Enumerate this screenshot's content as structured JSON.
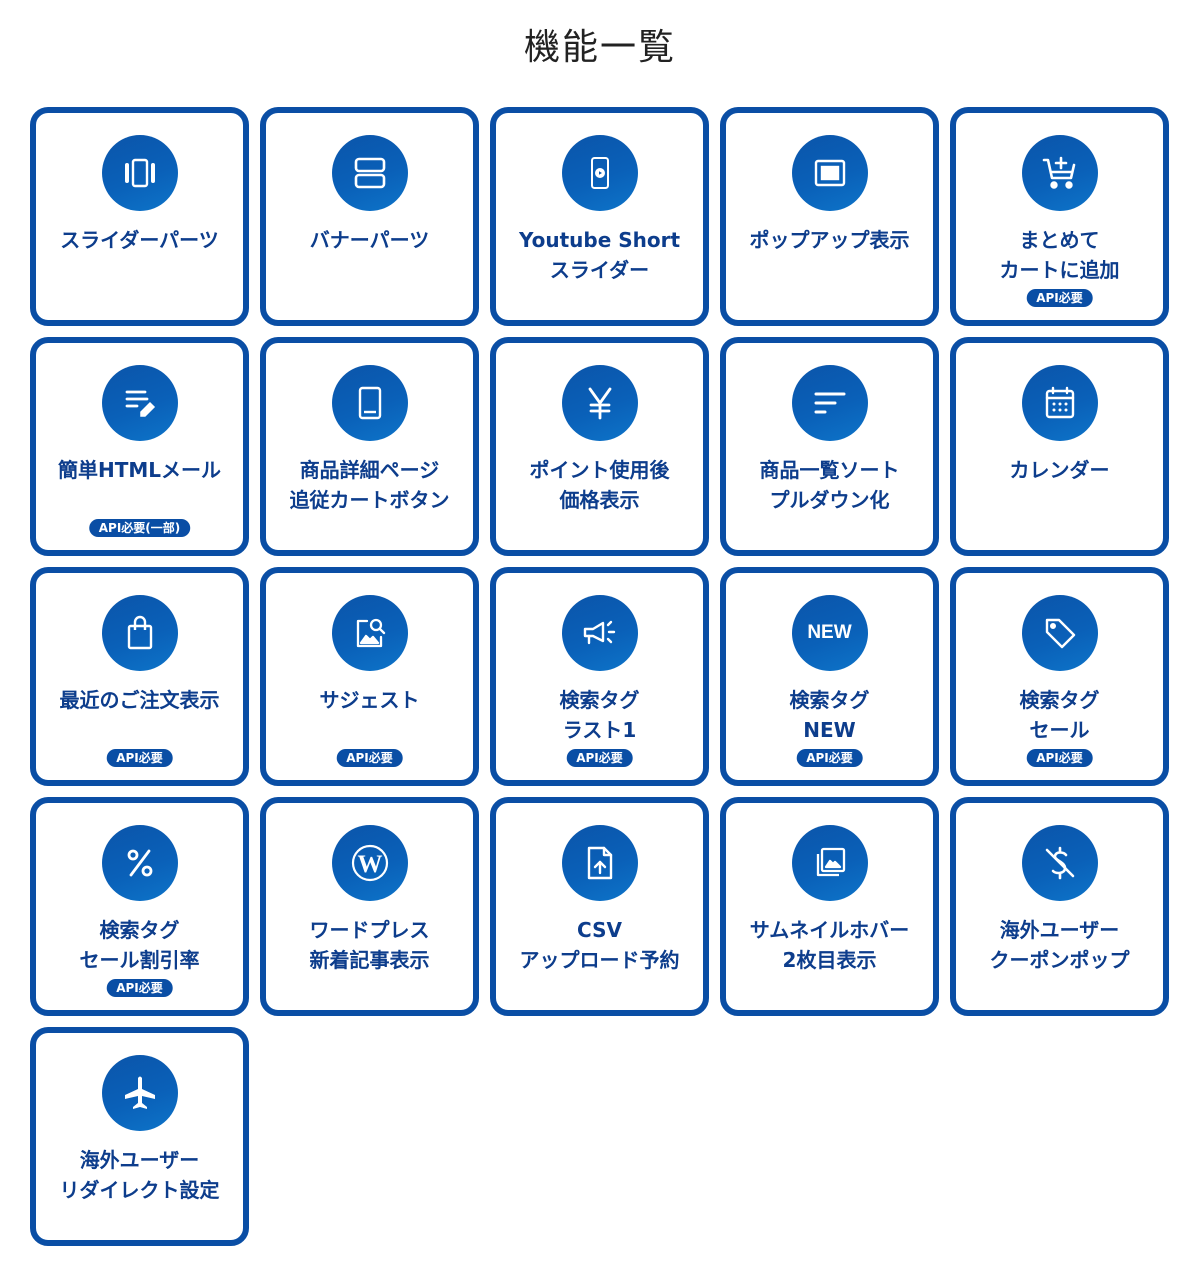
{
  "title": "機能一覧",
  "colors": {
    "accent": "#0a4ea5",
    "label": "#0d3d8c",
    "badge_bg": "#0a4ea5"
  },
  "cards": [
    {
      "icon": "carousel-icon",
      "lines": [
        "スライダーパーツ",
        ""
      ],
      "badge": ""
    },
    {
      "icon": "banner-icon",
      "lines": [
        "バナーパーツ",
        ""
      ],
      "badge": ""
    },
    {
      "icon": "phone-video-icon",
      "lines": [
        "Youtube Short",
        "スライダー"
      ],
      "badge": ""
    },
    {
      "icon": "popup-icon",
      "lines": [
        "ポップアップ表示",
        ""
      ],
      "badge": ""
    },
    {
      "icon": "cart-add-icon",
      "lines": [
        "まとめて",
        "カートに追加"
      ],
      "badge": "API必要"
    },
    {
      "icon": "edit-note-icon",
      "lines": [
        "簡単HTMLメール",
        ""
      ],
      "badge": "API必要(一部)"
    },
    {
      "icon": "tablet-icon",
      "lines": [
        "商品詳細ページ",
        "追従カートボタン"
      ],
      "badge": ""
    },
    {
      "icon": "yen-icon",
      "lines": [
        "ポイント使用後",
        "価格表示"
      ],
      "badge": ""
    },
    {
      "icon": "sort-icon",
      "lines": [
        "商品一覧ソート",
        "プルダウン化"
      ],
      "badge": ""
    },
    {
      "icon": "calendar-icon",
      "lines": [
        "カレンダー",
        ""
      ],
      "badge": ""
    },
    {
      "icon": "shopping-bag-icon",
      "lines": [
        "最近のご注文表示",
        ""
      ],
      "badge": "API必要"
    },
    {
      "icon": "image-search-icon",
      "lines": [
        "サジェスト",
        ""
      ],
      "badge": "API必要"
    },
    {
      "icon": "megaphone-icon",
      "lines": [
        "検索タグ",
        "ラスト1"
      ],
      "badge": "API必要"
    },
    {
      "icon": "new-icon",
      "lines": [
        "検索タグ",
        "NEW"
      ],
      "badge": "API必要"
    },
    {
      "icon": "tag-icon",
      "lines": [
        "検索タグ",
        "セール"
      ],
      "badge": "API必要"
    },
    {
      "icon": "percent-icon",
      "lines": [
        "検索タグ",
        "セール割引率"
      ],
      "badge": "API必要"
    },
    {
      "icon": "wordpress-icon",
      "lines": [
        "ワードプレス",
        "新着記事表示"
      ],
      "badge": ""
    },
    {
      "icon": "file-upload-icon",
      "lines": [
        "CSV",
        "アップロード予約"
      ],
      "badge": ""
    },
    {
      "icon": "image-stack-icon",
      "lines": [
        "サムネイルホバー",
        "2枚目表示"
      ],
      "badge": ""
    },
    {
      "icon": "dollar-off-icon",
      "lines": [
        "海外ユーザー",
        "クーポンポップ"
      ],
      "badge": ""
    },
    {
      "icon": "airplane-icon",
      "lines": [
        "海外ユーザー",
        "リダイレクト設定"
      ],
      "badge": ""
    }
  ],
  "icon_new_text": "NEW"
}
